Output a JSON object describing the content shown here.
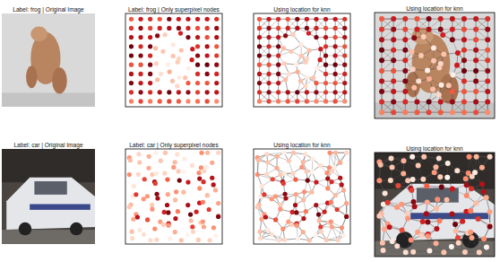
{
  "diagram": {
    "labels": [
      "Label: frog | Original Image",
      "Label: frog | Only superpixel nodes",
      "Using location for knn",
      "Using location for knn",
      "Label: car | Original Image",
      "Label: car | Only superpixel nodes",
      "Using location for knn",
      "Using location for knn"
    ]
  }
}
